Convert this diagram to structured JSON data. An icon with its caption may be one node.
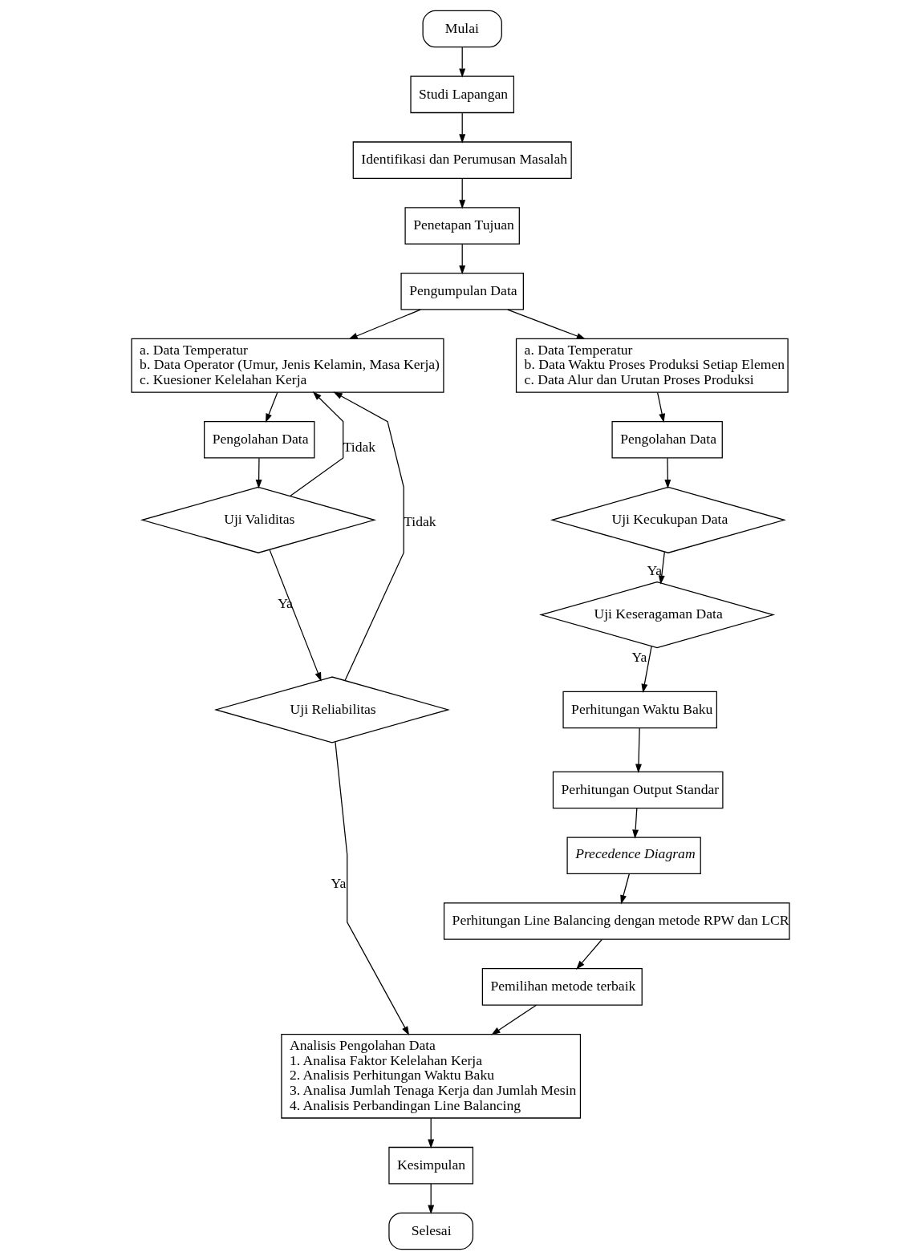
{
  "diagram": {
    "nodes": [
      {
        "text": [
          "Mulai"
        ]
      },
      {
        "text": [
          "Studi Lapangan"
        ]
      },
      {
        "text": [
          "Identifikasi dan Perumusan Masalah"
        ]
      },
      {
        "text": [
          "Penetapan Tujuan"
        ]
      },
      {
        "text": [
          "Pengumpulan Data"
        ]
      },
      {
        "text": [
          "a. Data Temperatur",
          "b. Data Operator (Umur, Jenis Kelamin, Masa Kerja)",
          "c. Kuesioner Kelelahan Kerja"
        ]
      },
      {
        "text": [
          "a. Data Temperatur",
          "b. Data Waktu Proses Produksi Setiap Elemen",
          "c. Data Alur dan Urutan Proses Produksi"
        ]
      },
      {
        "text": [
          "Pengolahan Data"
        ]
      },
      {
        "text": [
          "Uji Validitas"
        ]
      },
      {
        "text": [
          "Uji Reliabilitas"
        ]
      },
      {
        "text": [
          "Pengolahan Data"
        ]
      },
      {
        "text": [
          "Uji Kecukupan Data"
        ]
      },
      {
        "text": [
          "Uji Keseragaman Data"
        ]
      },
      {
        "text": [
          "Perhitungan Waktu Baku"
        ]
      },
      {
        "text": [
          "Perhitungan Output Standar"
        ]
      },
      {
        "text": [
          "Precedence Diagram"
        ]
      },
      {
        "text": [
          "Perhitungan Line Balancing dengan metode RPW dan LCR"
        ]
      },
      {
        "text": [
          "Pemilihan metode terbaik"
        ]
      },
      {
        "text": [
          "Analisis Pengolahan Data",
          "1. Analisa Faktor Kelelahan Kerja",
          "2. Analisis Perhitungan Waktu Baku",
          "3. Analisa Jumlah Tenaga Kerja dan Jumlah Mesin",
          "4. Analisis Perbandingan Line Balancing"
        ]
      },
      {
        "text": [
          "Kesimpulan"
        ]
      },
      {
        "text": [
          "Selesai"
        ]
      }
    ],
    "edges": [
      {
        "from": 0,
        "to": 1,
        "arrow": "to"
      },
      {
        "from": 1,
        "to": 2,
        "arrow": "to"
      },
      {
        "from": 2,
        "to": 3,
        "arrow": "to"
      },
      {
        "from": 3,
        "to": 4,
        "arrow": "to"
      },
      {
        "from": 4,
        "to": 5,
        "arrow": "to"
      },
      {
        "from": 4,
        "to": 6,
        "arrow": "to"
      },
      {
        "from": 5,
        "to": 7,
        "arrow": "to"
      },
      {
        "from": 7,
        "to": 8,
        "arrow": "to"
      },
      {
        "from": 8,
        "to": 9,
        "arrow": "to",
        "label": "Ya"
      },
      {
        "from": 8,
        "to": 5,
        "arrow": "to",
        "label": "Tidak"
      },
      {
        "from": 9,
        "to": 5,
        "arrow": "to",
        "label": "Tidak"
      },
      {
        "from": 9,
        "to": 18,
        "arrow": "to",
        "label": "Ya"
      },
      {
        "from": 6,
        "to": 10,
        "arrow": "to"
      },
      {
        "from": 10,
        "to": 11,
        "arrow": "to"
      },
      {
        "from": 11,
        "to": 12,
        "arrow": "to",
        "label": "Ya"
      },
      {
        "from": 12,
        "to": 13,
        "arrow": "to",
        "label": "Ya"
      },
      {
        "from": 13,
        "to": 14,
        "arrow": "to"
      },
      {
        "from": 14,
        "to": 15,
        "arrow": "to"
      },
      {
        "from": 15,
        "to": 16,
        "arrow": "to"
      },
      {
        "from": 16,
        "to": 17,
        "arrow": "to"
      },
      {
        "from": 17,
        "to": 18,
        "arrow": "to"
      },
      {
        "from": 18,
        "to": 19,
        "arrow": "to"
      },
      {
        "from": 19,
        "to": 20,
        "arrow": "to"
      }
    ]
  }
}
